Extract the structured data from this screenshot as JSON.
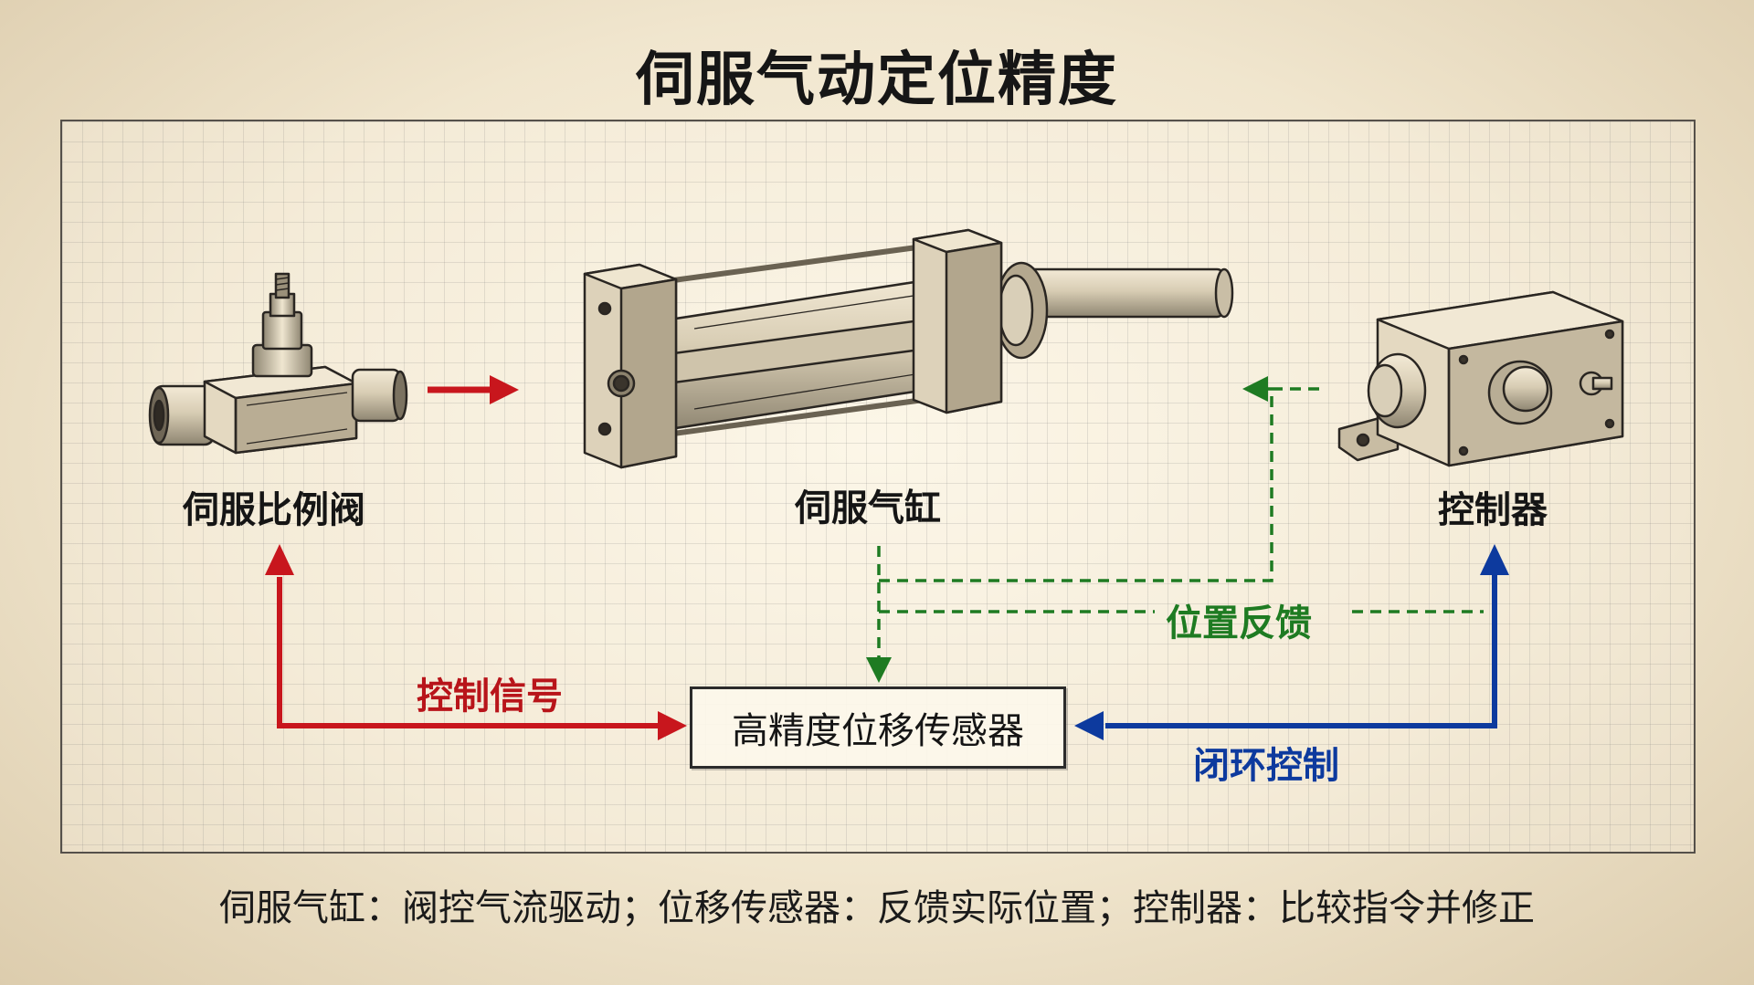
{
  "title": "伺服气动定位精度",
  "components": {
    "valve": {
      "label": "伺服比例阀",
      "icon": "proportional-valve-icon"
    },
    "cylinder": {
      "label": "伺服气缸",
      "icon": "pneumatic-cylinder-icon"
    },
    "controller": {
      "label": "控制器",
      "icon": "controller-box-icon"
    },
    "sensor": {
      "label": "高精度位移传感器"
    }
  },
  "signals": {
    "control": {
      "label": "控制信号",
      "color": "#c8161d"
    },
    "feedback": {
      "label": "位置反馈",
      "color": "#1e7b22"
    },
    "closed_loop": {
      "label": "闭环控制",
      "color": "#0d3a9e"
    }
  },
  "caption": "伺服气缸：阀控气流驱动；位移传感器：反馈实际位置；控制器：比较指令并修正"
}
